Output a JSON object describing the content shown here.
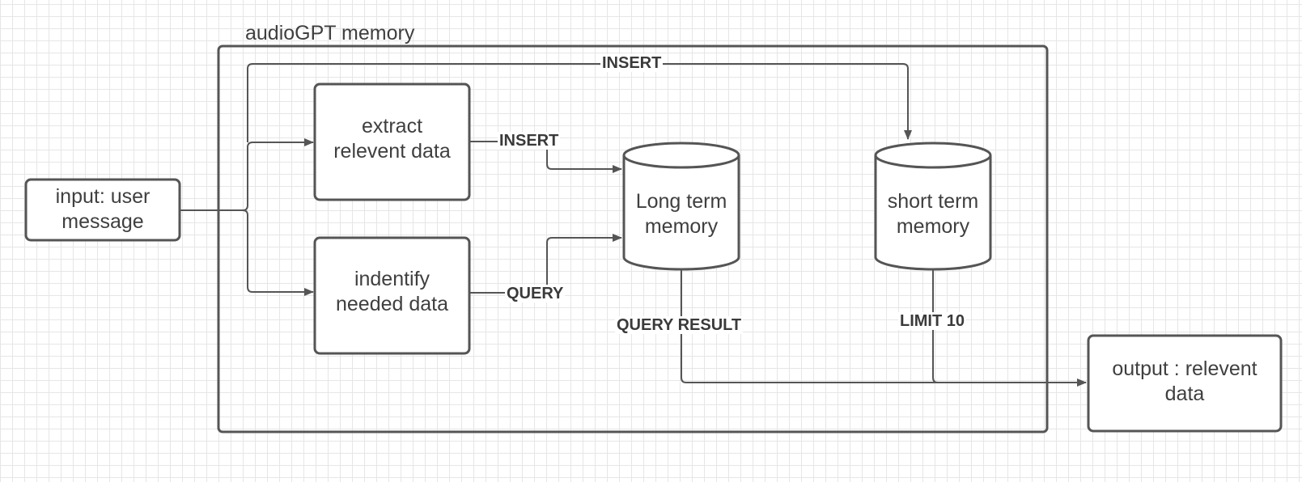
{
  "container": {
    "title": "audioGPT memory"
  },
  "nodes": {
    "input": {
      "line1": "input: user",
      "line2": "message"
    },
    "extract": {
      "line1": "extract",
      "line2": "relevent data"
    },
    "identify": {
      "line1": "indentify",
      "line2": "needed data"
    },
    "long_term": {
      "line1": "Long term",
      "line2": "memory"
    },
    "short_term": {
      "line1": "short term",
      "line2": "memory"
    },
    "output": {
      "line1": "output : relevent",
      "line2": "data"
    }
  },
  "edges": {
    "insert_top": "INSERT",
    "insert_long": "INSERT",
    "query": "QUERY",
    "query_result": "QUERY RESULT",
    "limit": "LIMIT 10"
  },
  "colors": {
    "stroke": "#555555",
    "text": "#3f3f3f",
    "grid": "#e6e6e6"
  }
}
